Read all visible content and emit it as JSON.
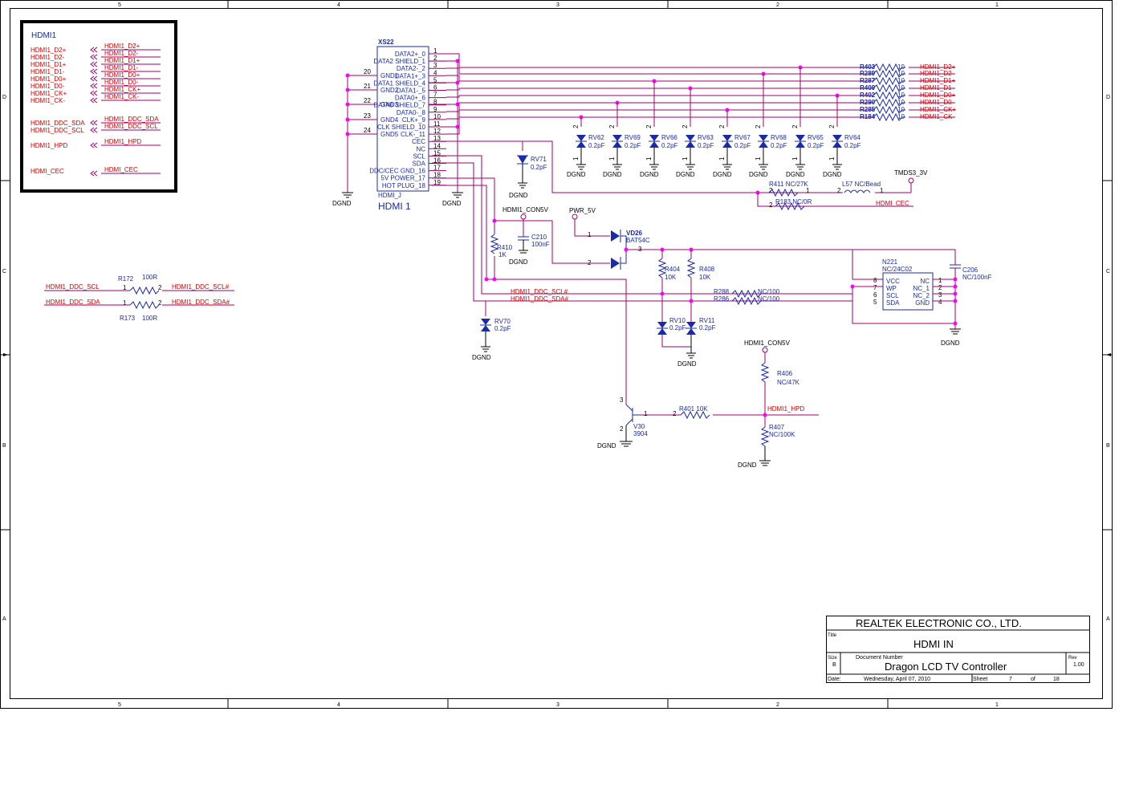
{
  "frame": {
    "col_numbers": [
      "5",
      "4",
      "3",
      "2",
      "1"
    ],
    "row_letters": [
      "D",
      "C",
      "B",
      "A"
    ]
  },
  "legend_box": {
    "title": "HDMI1",
    "left_labels": [
      "HDMI1_D2+",
      "HDMI1_D2-",
      "HDMI1_D1+",
      "HDMI1_D1-",
      "HDMI1_D0+",
      "HDMI1_D0-",
      "HDMI1_CK+",
      "HDMI1_CK-",
      "HDMI1_DDC_SDA",
      "HDMI1_DDC_SCL",
      "HDMI1_HPD",
      "HDMI_CEC"
    ],
    "right_labels": [
      "HDMI1_D2+",
      "HDMI1_D2-",
      "HDMI1_D1+",
      "HDMI1_D1-",
      "HDMI1_D0+",
      "HDMI1_D0-",
      "HDMI1_CK+",
      "HDMI1_CK-",
      "HDMI1_DDC_SDA",
      "HDMI1_DDC_SCL",
      "HDMI1_HPD",
      "HDMI_CEC"
    ]
  },
  "connector": {
    "ref": "XS22",
    "part": "HDMI_J",
    "name": "HDMI 1",
    "pins": [
      "DATA2+_0",
      "DATA2 SHIELD_1",
      "DATA2-_2",
      "DATA1+_3",
      "DATA1 SHIELD_4",
      "DATA1-_5",
      "DATA0+_6",
      "DATA0 SHIELD_7",
      "DATA0-_8",
      "CLK+_9",
      "CLK SHIELD_10",
      "CLK-_11",
      "CEC",
      "NC",
      "SCL",
      "SDA",
      "DDC/CEC GND_16",
      "5V POWER_17",
      "HOT PLUG_18"
    ],
    "pin_numbers": [
      "1",
      "2",
      "3",
      "4",
      "5",
      "6",
      "7",
      "8",
      "9",
      "10",
      "11",
      "12",
      "13",
      "14",
      "15",
      "16",
      "17",
      "18",
      "19"
    ],
    "gnd_labels": [
      "GND1",
      "GND2",
      "GND3",
      "GND4",
      "GND5"
    ],
    "gnd_pins": [
      "20",
      "21",
      "22",
      "23",
      "24"
    ],
    "dgnd": "DGND"
  },
  "series_resistors": {
    "refs": [
      "R403",
      "R289",
      "R287",
      "R409",
      "R402",
      "R290",
      "R285",
      "R184"
    ],
    "value": "10",
    "nets": [
      "HDMI1_D2+",
      "HDMI1_D2-",
      "HDMI1_D1+",
      "HDMI1_D1-",
      "HDMI1_D0+",
      "HDMI1_D0-",
      "HDMI1_CK+",
      "HDMI1_CK-"
    ]
  },
  "tvs_diodes": {
    "refs": [
      "RV62",
      "RV69",
      "RV66",
      "RV63",
      "RV67",
      "RV68",
      "RV65",
      "RV64"
    ],
    "value": "0.2pF",
    "gnd": "DGND",
    "pin_top": "2",
    "pin_bottom": "1"
  },
  "rv71": {
    "ref": "RV71",
    "value": "0.2pF",
    "gnd": "DGND"
  },
  "tmds": {
    "net": "TMDS3_3V",
    "r411": "R411  NC/27K",
    "l57": "L57  NC/Bead",
    "r183": "R183  NC/0R",
    "cec": "HDMI_CEC",
    "p1": "1",
    "p2": "2"
  },
  "con5v": {
    "net": "HDMI1_CON5V",
    "c210_ref": "C210",
    "c210_val": "100nF",
    "r410_ref": "R410",
    "r410_val": "1K",
    "gnd": "DGND"
  },
  "pwr": {
    "net": "PWR_5V",
    "vd26_ref": "VD26",
    "vd26_val": "BAT54C",
    "p1": "1",
    "p2": "2",
    "p3": "3"
  },
  "pullups": {
    "r404": "R404",
    "r404v": "10K",
    "r408": "R408",
    "r408v": "10K"
  },
  "ddc": {
    "scl_hash": "HDMI1_DDC_SCL#",
    "sda_hash": "HDMI1_DDC_SDA#",
    "r288": "R288",
    "r286": "R286",
    "nc100": "NC/100"
  },
  "eeprom": {
    "ref": "N221",
    "part": "NC/24C02",
    "left_pins": [
      "VCC",
      "WP",
      "SCL",
      "SDA"
    ],
    "right_pins": [
      "NC",
      "NC_1",
      "NC_2",
      "GND"
    ],
    "left_nums": [
      "8",
      "7",
      "6",
      "5"
    ],
    "right_nums": [
      "1",
      "2",
      "3",
      "4"
    ],
    "c206_ref": "C206",
    "c206_val": "NC/100nF",
    "gnd": "DGND"
  },
  "rv70": {
    "ref": "RV70",
    "value": "0.2pF",
    "gnd": "DGND"
  },
  "rv10": {
    "ref": "RV10",
    "value": "0.2pF"
  },
  "rv11": {
    "ref": "RV11",
    "value": "0.2pF"
  },
  "rv_gnd": "DGND",
  "ddc_res": {
    "r172": "R172",
    "r172v": "100R",
    "r173": "R173",
    "r173v": "100R",
    "scl_in": "HDMI1_DDC_SCL",
    "sda_in": "HDMI1_DDC_SDA",
    "scl_out": "HDMI1_DDC_SCL#",
    "sda_out": "HDMI1_DDC_SDA#",
    "p1": "1",
    "p2": "2"
  },
  "hpd": {
    "net": "HDMI1_CON5V",
    "r406": "R406",
    "r406v": "NC/47K",
    "r401": "R401  10K",
    "r407": "R407",
    "r407v": "NC/100K",
    "hpd_net": "HDMI1_HPD",
    "q_ref": "V30",
    "q_val": "3904",
    "gnd": "DGND",
    "p1": "1",
    "p2": "2",
    "p3": "3"
  },
  "title_block": {
    "company": "REALTEK  ELECTRONIC  CO.,  LTD.",
    "title_label": "Title",
    "title": "HDMI IN",
    "size_label": "Size",
    "size": "B",
    "docnum_label": "Document Number",
    "docnum": "Dragon LCD TV Controller",
    "rev_label": "Rev",
    "rev": "1.00",
    "date_label": "Date:",
    "date": "Wednesday, April 07, 2010",
    "sheet_label": "Sheet",
    "sheet": "7",
    "of_label": "of",
    "of": "18"
  }
}
